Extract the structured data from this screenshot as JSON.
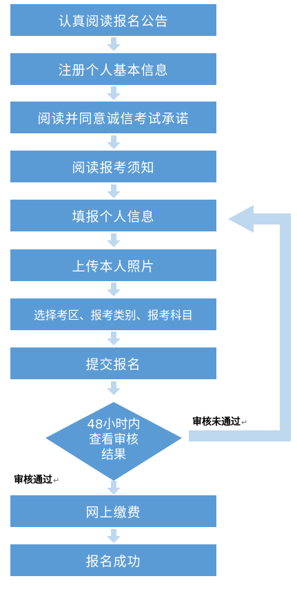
{
  "steps": [
    "认真阅读报名公告",
    "注册个人基本信息",
    "阅读并同意诚信考试承诺",
    "阅读报考须知",
    "填报个人信息",
    "上传本人照片",
    "选择考区、报考类别、报考科目",
    "提交报名",
    "网上缴费",
    "报名成功"
  ],
  "decision": {
    "line1": "48小时内",
    "line2": "查看审核",
    "line3": "结果"
  },
  "labels": {
    "fail": "审核未通过",
    "pass": "审核通过",
    "return_mark": "↵"
  },
  "colors": {
    "box": "#5b9bd5",
    "arrow": "#bdd7ee",
    "text": "#ffffff"
  }
}
